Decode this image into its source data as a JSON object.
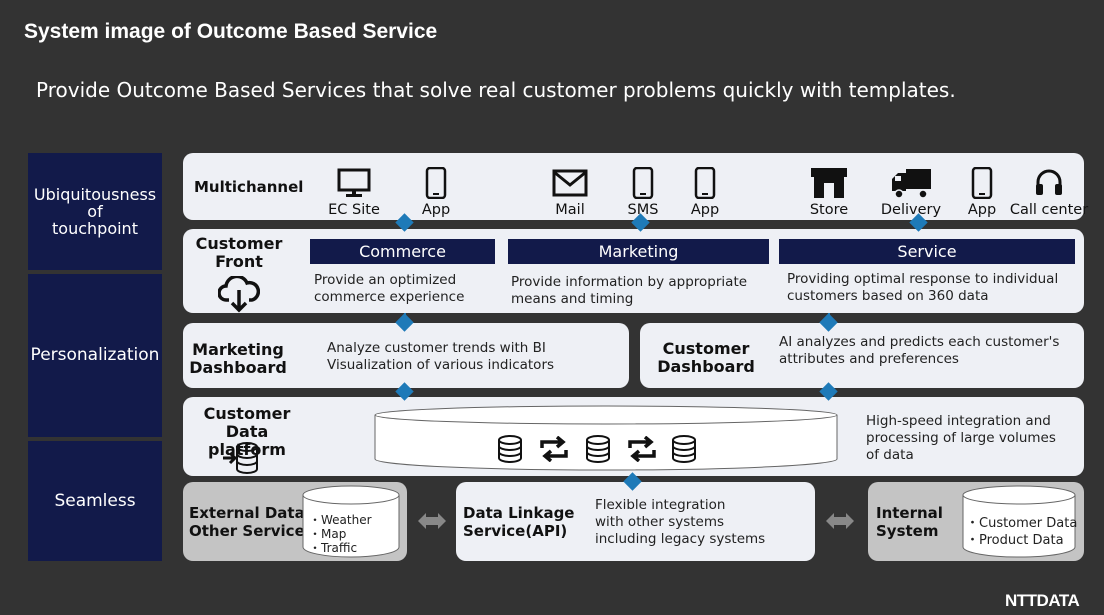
{
  "title": "System image of Outcome Based Service",
  "subtitle": "Provide Outcome Based Services that solve real customer problems quickly with templates.",
  "sidebar": {
    "ubiquitousness": "Ubiquitousness\nof\ntouchpoint",
    "personalization": "Personalization",
    "seamless": "Seamless"
  },
  "multichannel": {
    "label": "Multichannel",
    "channels": [
      {
        "label": "EC Site",
        "icon": "monitor-icon"
      },
      {
        "label": "App",
        "icon": "smartphone-icon"
      },
      {
        "label": "Mail",
        "icon": "envelope-icon"
      },
      {
        "label": "SMS",
        "icon": "smartphone-icon"
      },
      {
        "label": "App",
        "icon": "smartphone-icon"
      },
      {
        "label": "Store",
        "icon": "store-icon"
      },
      {
        "label": "Delivery",
        "icon": "truck-icon"
      },
      {
        "label": "App",
        "icon": "smartphone-icon"
      },
      {
        "label": "Call center",
        "icon": "headset-icon"
      }
    ]
  },
  "customer_front": {
    "label": "Customer\nFront",
    "sections": [
      {
        "header": "Commerce",
        "desc": "Provide an optimized\ncommerce experience"
      },
      {
        "header": "Marketing",
        "desc": "Provide information by appropriate\nmeans and timing"
      },
      {
        "header": "Service",
        "desc": "Providing optimal response to individual\ncustomers based on 360 data"
      }
    ]
  },
  "marketing_dashboard": {
    "label": "Marketing\nDashboard",
    "desc": "Analyze customer trends with BI\nVisualization of various indicators"
  },
  "customer_dashboard": {
    "label": "Customer\nDashboard",
    "desc": "AI analyzes and predicts each customer's\nattributes and preferences"
  },
  "customer_data_platform": {
    "label": "Customer\nData platform",
    "desc": "High-speed integration and\nprocessing of large volumes\nof data"
  },
  "external": {
    "label": "External Data・\nOther Service",
    "items": "・Weather\n・Map\n・Traffic"
  },
  "data_linkage": {
    "label": "Data Linkage\nService(API)",
    "desc": "Flexible integration\nwith other systems\nincluding legacy systems"
  },
  "internal": {
    "label": "Internal\nSystem",
    "items": "・Customer Data\n・Product Data"
  },
  "logo": "NTTDATA",
  "colors": {
    "background": "#333333",
    "navy": "#121a4a",
    "connector": "#1e7ab8",
    "panel": "#eef0f5",
    "gray_panel": "#c4c4c4"
  }
}
